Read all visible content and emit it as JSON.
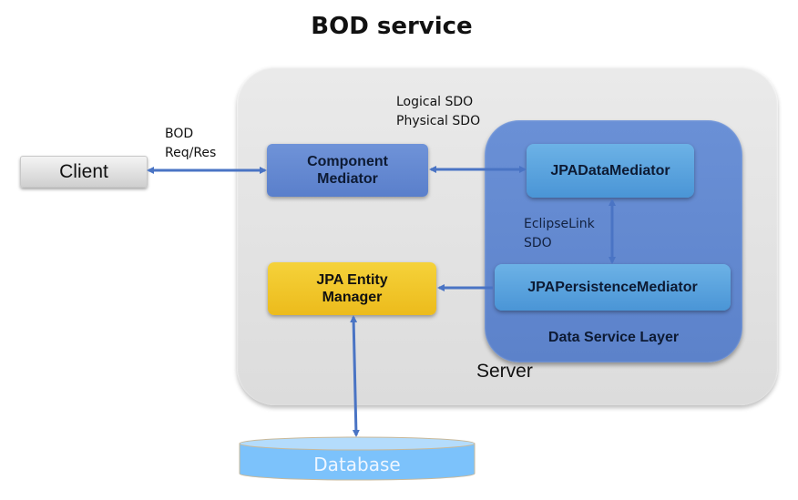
{
  "title": "BOD service",
  "containers": {
    "server": {
      "label": "Server"
    },
    "data_service_layer": {
      "label": "Data Service Layer"
    }
  },
  "nodes": {
    "client": {
      "label": "Client"
    },
    "component_mediator": {
      "line1": "Component",
      "line2": "Mediator"
    },
    "jpa_data_mediator": {
      "label": "JPADataMediator"
    },
    "jpa_persistence_mediator": {
      "label": "JPAPersistenceMediator"
    },
    "jpa_entity_manager": {
      "line1": "JPA Entity",
      "line2": "Manager"
    },
    "database": {
      "label": "Database"
    }
  },
  "edge_labels": {
    "client_component": {
      "line1": "BOD",
      "line2": "Req/Res"
    },
    "component_data": {
      "line1": "Logical SDO",
      "line2": "Physical SDO"
    },
    "data_persistence": {
      "line1": "EclipseLink",
      "line2": "SDO"
    }
  },
  "colors": {
    "arrow": "#4a74c4",
    "server_bg": "#e2e2e2",
    "dsl_bg": "#6388cf",
    "mediator_blue": "#5a9fdc",
    "entity_yellow": "#f0c42a",
    "database": "#7ec4fb"
  }
}
